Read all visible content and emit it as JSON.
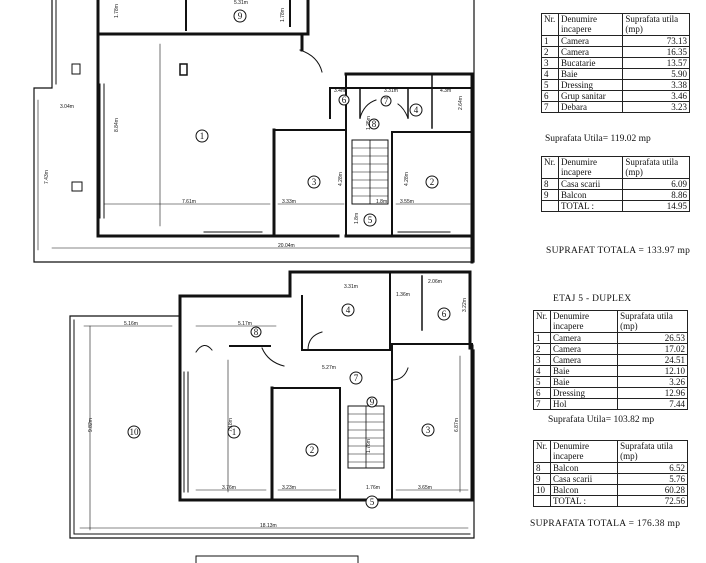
{
  "top_plan": {
    "room_numbers": [
      "1",
      "2",
      "3",
      "4",
      "5",
      "6",
      "7",
      "8",
      "9"
    ],
    "dims": [
      "5.31m",
      "1.78m",
      "1.78m",
      "8.84m",
      "7.61m",
      "3.33m",
      "3.55m",
      "4.28m",
      "4.28m",
      "3.04m",
      "7.43m",
      "20.04m",
      "3.4m",
      "3.31m",
      "4.3m",
      "1.8m",
      "1.8m",
      "2.64m",
      "1.25m"
    ]
  },
  "bottom_plan": {
    "room_numbers": [
      "1",
      "2",
      "3",
      "4",
      "5",
      "6",
      "7",
      "8",
      "9",
      "10"
    ],
    "dims": [
      "5.16m",
      "5.17m",
      "3.31m",
      "1.36m",
      "2.06m",
      "5.27m",
      "7.18m",
      "3.76m",
      "3.23m",
      "3.65m",
      "6.87m",
      "9.82m",
      "18.13m",
      "1.76m",
      "1.76m",
      "3.22m"
    ]
  },
  "table1": {
    "header_nr": "Nr.",
    "header_name": "Denumire incapere",
    "header_area": "Suprafata utila (mp)",
    "rows": [
      {
        "nr": "1",
        "name": "Camera",
        "area": "73.13"
      },
      {
        "nr": "2",
        "name": "Camera",
        "area": "16.35"
      },
      {
        "nr": "3",
        "name": "Bucatarie",
        "area": "13.57"
      },
      {
        "nr": "4",
        "name": "Baie",
        "area": "5.90"
      },
      {
        "nr": "5",
        "name": "Dressing",
        "area": "3.38"
      },
      {
        "nr": "6",
        "name": "Grup sanitar",
        "area": "3.46"
      },
      {
        "nr": "7",
        "name": "Debara",
        "area": "3.23"
      }
    ]
  },
  "summary1": "Suprafata Utila= 119.02 mp",
  "table2": {
    "header_nr": "Nr.",
    "header_name": "Denumire incapere",
    "header_area": "Suprafata utila (mp)",
    "rows": [
      {
        "nr": "8",
        "name": "Casa scarii",
        "area": "6.09"
      },
      {
        "nr": "9",
        "name": "Balcon",
        "area": "8.86"
      }
    ],
    "total_label": "TOTAL :",
    "total": "14.95"
  },
  "total1": "SUPRAFAT TOTALA = 133.97 mp",
  "section2_title": "ETAJ 5 - DUPLEX",
  "table3": {
    "header_nr": "Nr.",
    "header_name": "Denumire incapere",
    "header_area": "Suprafata utila (mp)",
    "rows": [
      {
        "nr": "1",
        "name": "Camera",
        "area": "26.53"
      },
      {
        "nr": "2",
        "name": "Camera",
        "area": "17.02"
      },
      {
        "nr": "3",
        "name": "Camera",
        "area": "24.51"
      },
      {
        "nr": "4",
        "name": "Baie",
        "area": "12.10"
      },
      {
        "nr": "5",
        "name": "Baie",
        "area": "3.26"
      },
      {
        "nr": "6",
        "name": "Dressing",
        "area": "12.96"
      },
      {
        "nr": "7",
        "name": "Hol",
        "area": "7.44"
      }
    ]
  },
  "summary3": "Suprafata Utila= 103.82 mp",
  "table4": {
    "header_nr": "Nr.",
    "header_name": "Denumire incapere",
    "header_area": "Suprafata utila (mp)",
    "rows": [
      {
        "nr": "8",
        "name": "Balcon",
        "area": "6.52"
      },
      {
        "nr": "9",
        "name": "Casa scarii",
        "area": "5.76"
      },
      {
        "nr": "10",
        "name": "Balcon",
        "area": "60.28"
      }
    ],
    "total_label": "TOTAL :",
    "total": "72.56"
  },
  "total2": "SUPRAFATA TOTALA = 176.38 mp"
}
